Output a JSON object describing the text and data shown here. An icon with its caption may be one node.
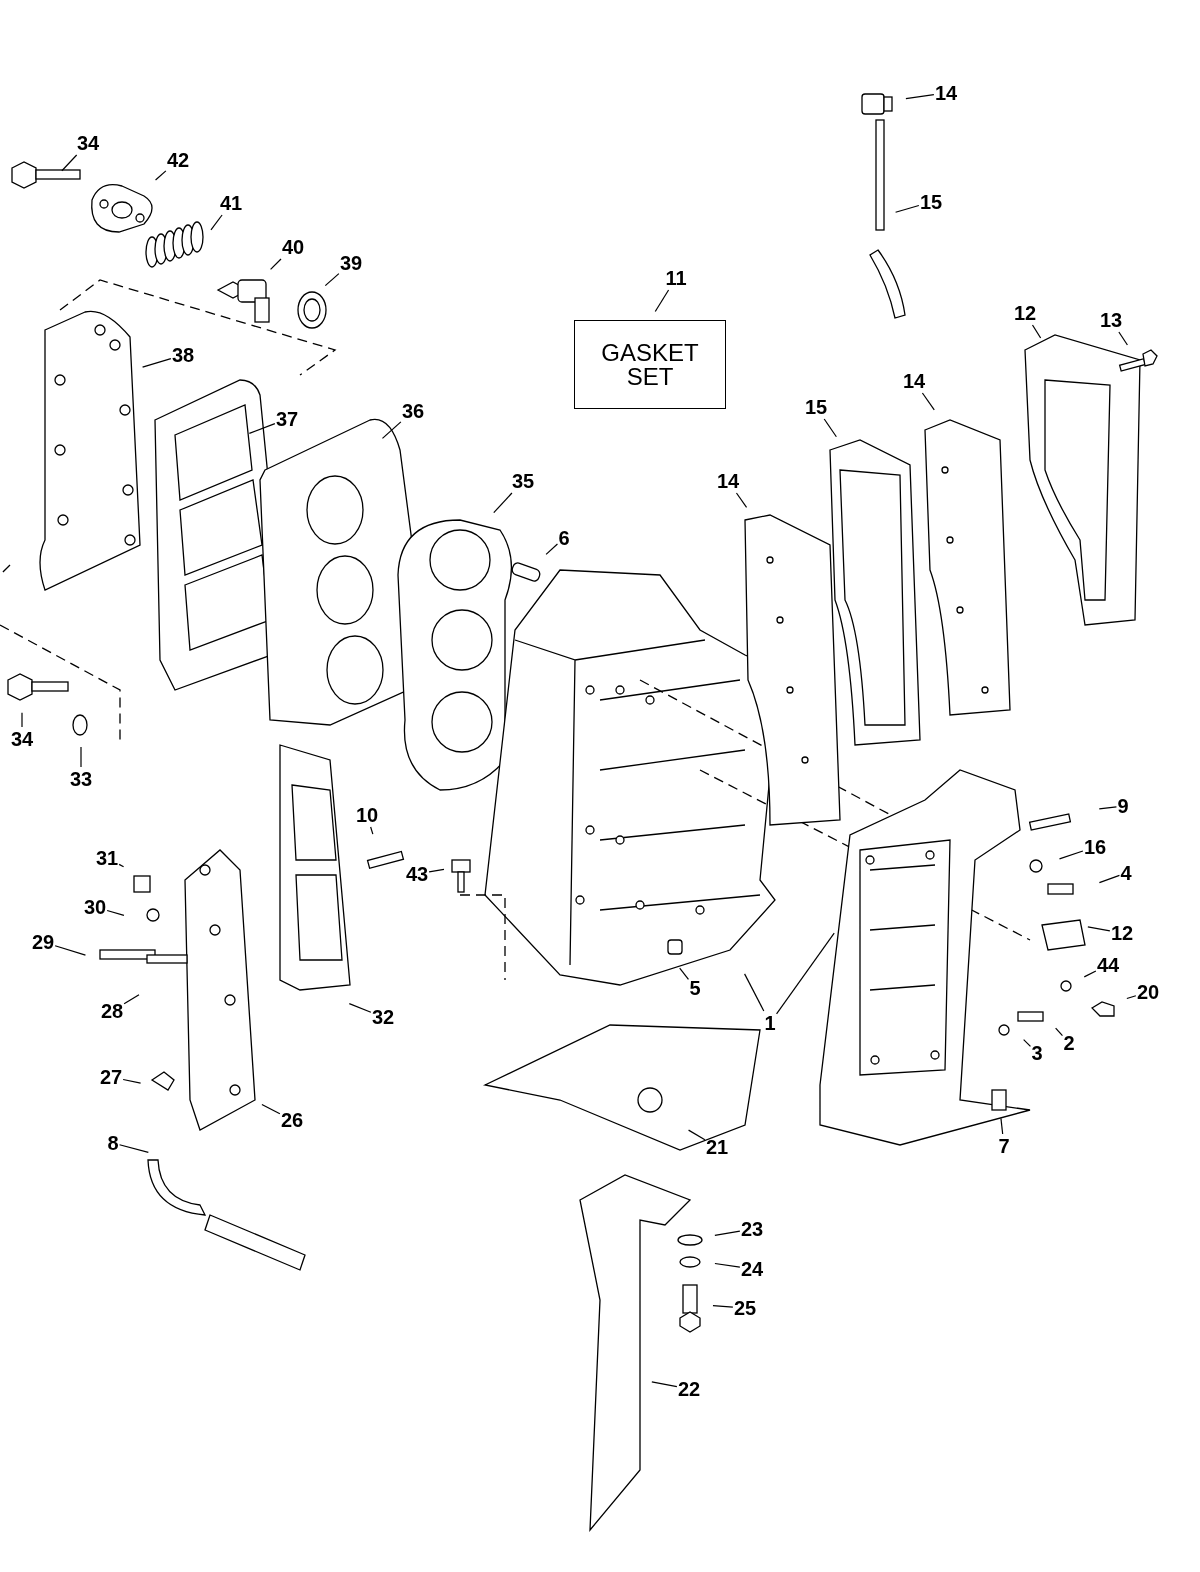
{
  "diagram": {
    "nodes": [
      {
        "text": [
          "34"
        ]
      },
      {
        "text": [
          "42"
        ]
      },
      {
        "text": [
          "41"
        ]
      },
      {
        "text": [
          "40"
        ]
      },
      {
        "text": [
          "39"
        ]
      },
      {
        "text": [
          "11"
        ]
      },
      {
        "text": [
          "GASKET SET"
        ]
      },
      {
        "text": [
          "14"
        ]
      },
      {
        "text": [
          "15"
        ]
      },
      {
        "text": [
          "12"
        ]
      },
      {
        "text": [
          "13"
        ]
      },
      {
        "text": [
          "38"
        ]
      },
      {
        "text": [
          "37"
        ]
      },
      {
        "text": [
          "36"
        ]
      },
      {
        "text": [
          "14"
        ]
      },
      {
        "text": [
          "15"
        ]
      },
      {
        "text": [
          "14"
        ]
      },
      {
        "text": [
          "35"
        ]
      },
      {
        "text": [
          "6"
        ]
      },
      {
        "text": [
          "34"
        ]
      },
      {
        "text": [
          "33"
        ]
      },
      {
        "text": [
          "10"
        ]
      },
      {
        "text": [
          "43"
        ]
      },
      {
        "text": [
          "31"
        ]
      },
      {
        "text": [
          "30"
        ]
      },
      {
        "text": [
          "29"
        ]
      },
      {
        "text": [
          "28"
        ]
      },
      {
        "text": [
          "27"
        ]
      },
      {
        "text": [
          "26"
        ]
      },
      {
        "text": [
          "8"
        ]
      },
      {
        "text": [
          "32"
        ]
      },
      {
        "text": [
          "5"
        ]
      },
      {
        "text": [
          "1"
        ]
      },
      {
        "text": [
          "9"
        ]
      },
      {
        "text": [
          "16"
        ]
      },
      {
        "text": [
          "4"
        ]
      },
      {
        "text": [
          "12"
        ]
      },
      {
        "text": [
          "44"
        ]
      },
      {
        "text": [
          "20"
        ]
      },
      {
        "text": [
          "2"
        ]
      },
      {
        "text": [
          "3"
        ]
      },
      {
        "text": [
          "7"
        ]
      },
      {
        "text": [
          "21"
        ]
      },
      {
        "text": [
          "23"
        ]
      },
      {
        "text": [
          "24"
        ]
      },
      {
        "text": [
          "25"
        ]
      },
      {
        "text": [
          "22"
        ]
      }
    ],
    "edges": [
      {
        "from": 0,
        "to": null,
        "arrow": "none"
      },
      {
        "from": 1,
        "to": null,
        "arrow": "none"
      },
      {
        "from": 2,
        "to": null,
        "arrow": "none"
      },
      {
        "from": 3,
        "to": null,
        "arrow": "none"
      },
      {
        "from": 4,
        "to": null,
        "arrow": "none"
      },
      {
        "from": 5,
        "to": 6,
        "arrow": "none"
      },
      {
        "from": 7,
        "to": null,
        "arrow": "none"
      },
      {
        "from": 8,
        "to": null,
        "arrow": "none"
      },
      {
        "from": 9,
        "to": null,
        "arrow": "none"
      },
      {
        "from": 10,
        "to": null,
        "arrow": "none"
      },
      {
        "from": 11,
        "to": null,
        "arrow": "none"
      },
      {
        "from": 12,
        "to": null,
        "arrow": "none"
      },
      {
        "from": 13,
        "to": null,
        "arrow": "none"
      },
      {
        "from": 14,
        "to": null,
        "arrow": "none"
      },
      {
        "from": 15,
        "to": null,
        "arrow": "none"
      },
      {
        "from": 16,
        "to": null,
        "arrow": "none"
      },
      {
        "from": 17,
        "to": null,
        "arrow": "none"
      },
      {
        "from": 18,
        "to": null,
        "arrow": "none"
      },
      {
        "from": 19,
        "to": null,
        "arrow": "none"
      },
      {
        "from": 20,
        "to": null,
        "arrow": "none"
      },
      {
        "from": 21,
        "to": null,
        "arrow": "none"
      },
      {
        "from": 22,
        "to": null,
        "arrow": "none"
      },
      {
        "from": 23,
        "to": null,
        "arrow": "none"
      },
      {
        "from": 24,
        "to": null,
        "arrow": "none"
      },
      {
        "from": 25,
        "to": null,
        "arrow": "none"
      },
      {
        "from": 26,
        "to": null,
        "arrow": "none"
      },
      {
        "from": 27,
        "to": null,
        "arrow": "none"
      },
      {
        "from": 28,
        "to": null,
        "arrow": "none"
      },
      {
        "from": 29,
        "to": null,
        "arrow": "none"
      },
      {
        "from": 30,
        "to": null,
        "arrow": "none"
      },
      {
        "from": 31,
        "to": null,
        "arrow": "none"
      },
      {
        "from": 32,
        "to": null,
        "arrow": "none"
      },
      {
        "from": 32,
        "to": null,
        "arrow": "none"
      },
      {
        "from": 33,
        "to": null,
        "arrow": "none"
      },
      {
        "from": 34,
        "to": null,
        "arrow": "none"
      },
      {
        "from": 35,
        "to": null,
        "arrow": "none"
      },
      {
        "from": 36,
        "to": null,
        "arrow": "none"
      },
      {
        "from": 37,
        "to": null,
        "arrow": "none"
      },
      {
        "from": 38,
        "to": null,
        "arrow": "none"
      },
      {
        "from": 39,
        "to": null,
        "arrow": "none"
      },
      {
        "from": 40,
        "to": null,
        "arrow": "none"
      },
      {
        "from": 41,
        "to": null,
        "arrow": "none"
      },
      {
        "from": 42,
        "to": null,
        "arrow": "none"
      },
      {
        "from": 43,
        "to": null,
        "arrow": "none"
      },
      {
        "from": 44,
        "to": null,
        "arrow": "none"
      },
      {
        "from": 45,
        "to": null,
        "arrow": "none"
      },
      {
        "from": 46,
        "to": null,
        "arrow": "none"
      }
    ]
  }
}
